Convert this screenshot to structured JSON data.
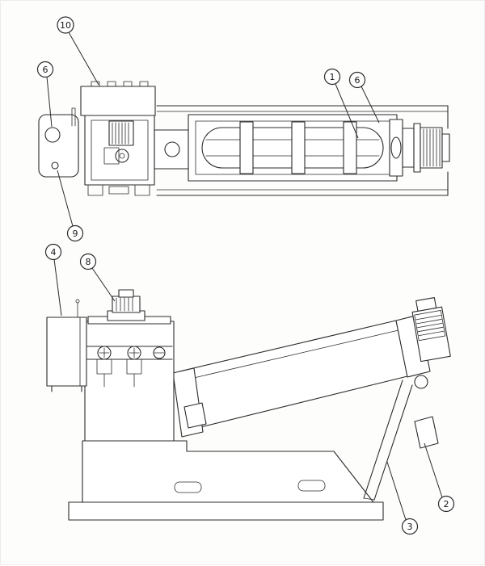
{
  "colors": {
    "line": "#2b2b2b",
    "background": "#fdfdfb",
    "callout_fill": "#ffffff"
  },
  "callouts": [
    {
      "label": "10",
      "view": "top"
    },
    {
      "label": "6",
      "view": "top"
    },
    {
      "label": "9",
      "view": "top"
    },
    {
      "label": "1",
      "view": "top"
    },
    {
      "label": "6",
      "view": "top"
    },
    {
      "label": "4",
      "view": "side"
    },
    {
      "label": "8",
      "view": "side"
    },
    {
      "label": "2",
      "view": "side"
    },
    {
      "label": "3",
      "view": "side"
    }
  ]
}
